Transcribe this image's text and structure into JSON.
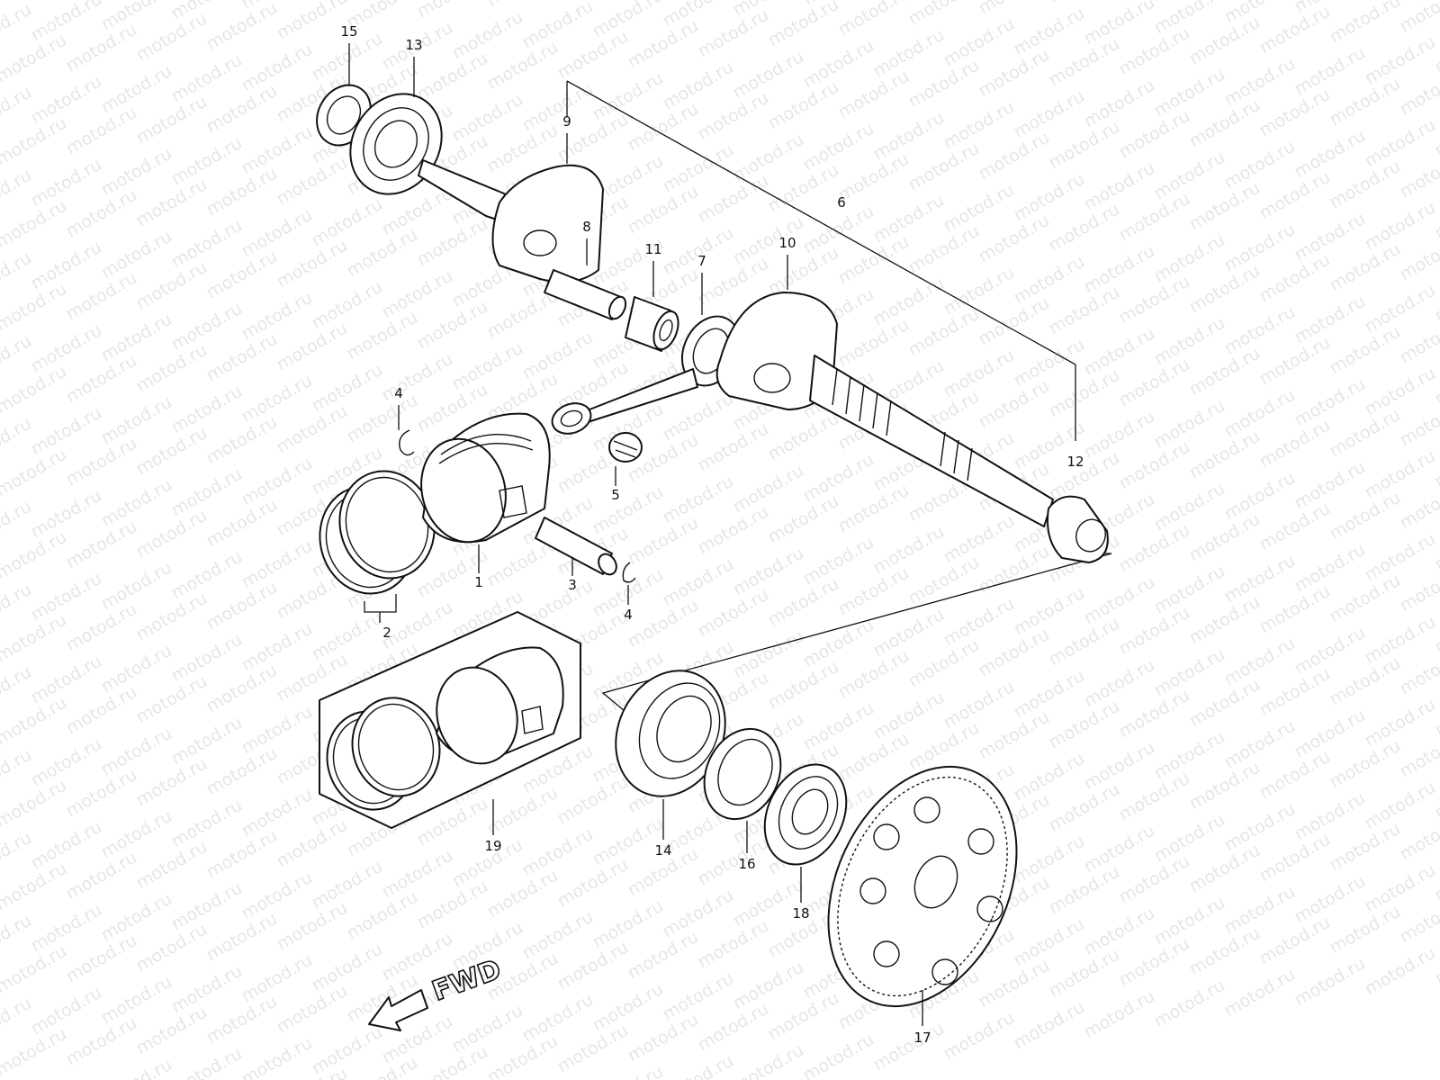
{
  "watermark": {
    "text": "motod.ru"
  },
  "fwd_label": "FWD",
  "callouts": [
    {
      "id": "15",
      "label": "15"
    },
    {
      "id": "13",
      "label": "13"
    },
    {
      "id": "9",
      "label": "9"
    },
    {
      "id": "8",
      "label": "8"
    },
    {
      "id": "11",
      "label": "11"
    },
    {
      "id": "7",
      "label": "7"
    },
    {
      "id": "10",
      "label": "10"
    },
    {
      "id": "6",
      "label": "6"
    },
    {
      "id": "4a",
      "label": "4"
    },
    {
      "id": "5",
      "label": "5"
    },
    {
      "id": "12",
      "label": "12"
    },
    {
      "id": "1",
      "label": "1"
    },
    {
      "id": "3",
      "label": "3"
    },
    {
      "id": "4b",
      "label": "4"
    },
    {
      "id": "2",
      "label": "2"
    },
    {
      "id": "19",
      "label": "19"
    },
    {
      "id": "14",
      "label": "14"
    },
    {
      "id": "16",
      "label": "16"
    },
    {
      "id": "18",
      "label": "18"
    },
    {
      "id": "17",
      "label": "17"
    }
  ]
}
